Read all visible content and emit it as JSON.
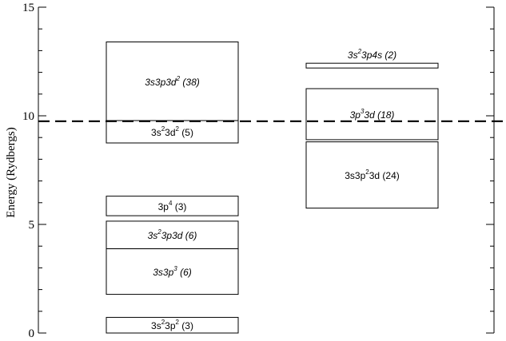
{
  "chart_data": {
    "type": "box-levels",
    "ylabel": "Energy (Rydbergs)",
    "ylim": [
      0,
      15
    ],
    "yticks": [
      "0",
      "5",
      "10",
      "15"
    ],
    "ionization_limit": 9.75,
    "columns": [
      {
        "levels": [
          {
            "label": [
              "3s",
              "2",
              "3p",
              "2",
              " (3)"
            ],
            "ymin": 0.0,
            "ymax": 0.72,
            "italic": false
          },
          {
            "label": [
              "3s3p",
              "3",
              " (6)"
            ],
            "ymin": 1.78,
            "ymax": 3.88,
            "italic": true
          },
          {
            "label": [
              "3s",
              "2",
              "3p3d (6)"
            ],
            "ymin": 3.88,
            "ymax": 5.15,
            "italic": true
          },
          {
            "label": [
              "3p",
              "4",
              " (3)"
            ],
            "ymin": 5.4,
            "ymax": 6.3,
            "italic": false
          },
          {
            "label": [
              "3s",
              "2",
              "3d",
              "2",
              " (5)"
            ],
            "ymin": 8.75,
            "ymax": 9.78,
            "italic": false
          },
          {
            "label": [
              "3s3p3d",
              "2",
              " (38)"
            ],
            "ymin": 9.78,
            "ymax": 13.4,
            "italic": true
          }
        ]
      },
      {
        "levels": [
          {
            "label": [
              "3s3p",
              "2",
              "3d (24)"
            ],
            "ymin": 5.75,
            "ymax": 8.8,
            "italic": false
          },
          {
            "label": [
              "3p",
              "3",
              "3d (18)"
            ],
            "ymin": 8.9,
            "ymax": 11.25,
            "italic": true
          },
          {
            "label": [
              "3s",
              "2",
              "3p4s (2)"
            ],
            "ymin": 12.2,
            "ymax": 12.42,
            "italic": true
          }
        ]
      }
    ]
  }
}
